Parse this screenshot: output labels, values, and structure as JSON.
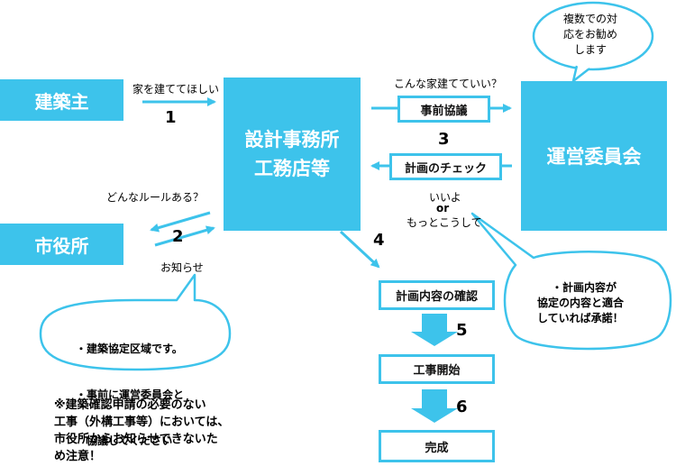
{
  "nodes": {
    "owner": "建築主",
    "city_office": "市役所",
    "design_office": [
      "設計事務所",
      "工務店等"
    ],
    "committee": "運営委員会"
  },
  "steps": {
    "pre_consult": "事前協議",
    "plan_check": "計画のチェック",
    "confirm": "計画内容の確認",
    "start": "工事開始",
    "complete": "完成"
  },
  "numbers": [
    "1",
    "2",
    "3",
    "4",
    "5",
    "6"
  ],
  "labels": {
    "want_house": "家を建ててほしい",
    "what_rules": "どんなルールある？",
    "notice": "お知らせ",
    "can_build": "こんな家建てていい？",
    "reply": [
      "いいよ",
      "or",
      "もっとこうして"
    ]
  },
  "bubbles": {
    "committee_note": [
      "複数での対",
      "応をお勧め",
      "します"
    ],
    "city_note": [
      "・建築協定区域です。",
      "・事前に運営委員会と",
      "　協議してください"
    ],
    "approval_note": [
      "・計画内容が",
      "協定の内容と適合",
      "していれば承諾！"
    ]
  },
  "footnote": [
    "※建築確認申請の必要のない",
    "工事（外構工事等）においては、",
    "市役所からお知らせできないた",
    "め注意！"
  ],
  "colors": {
    "accent": "#3dc3eb",
    "text": "#000000"
  }
}
